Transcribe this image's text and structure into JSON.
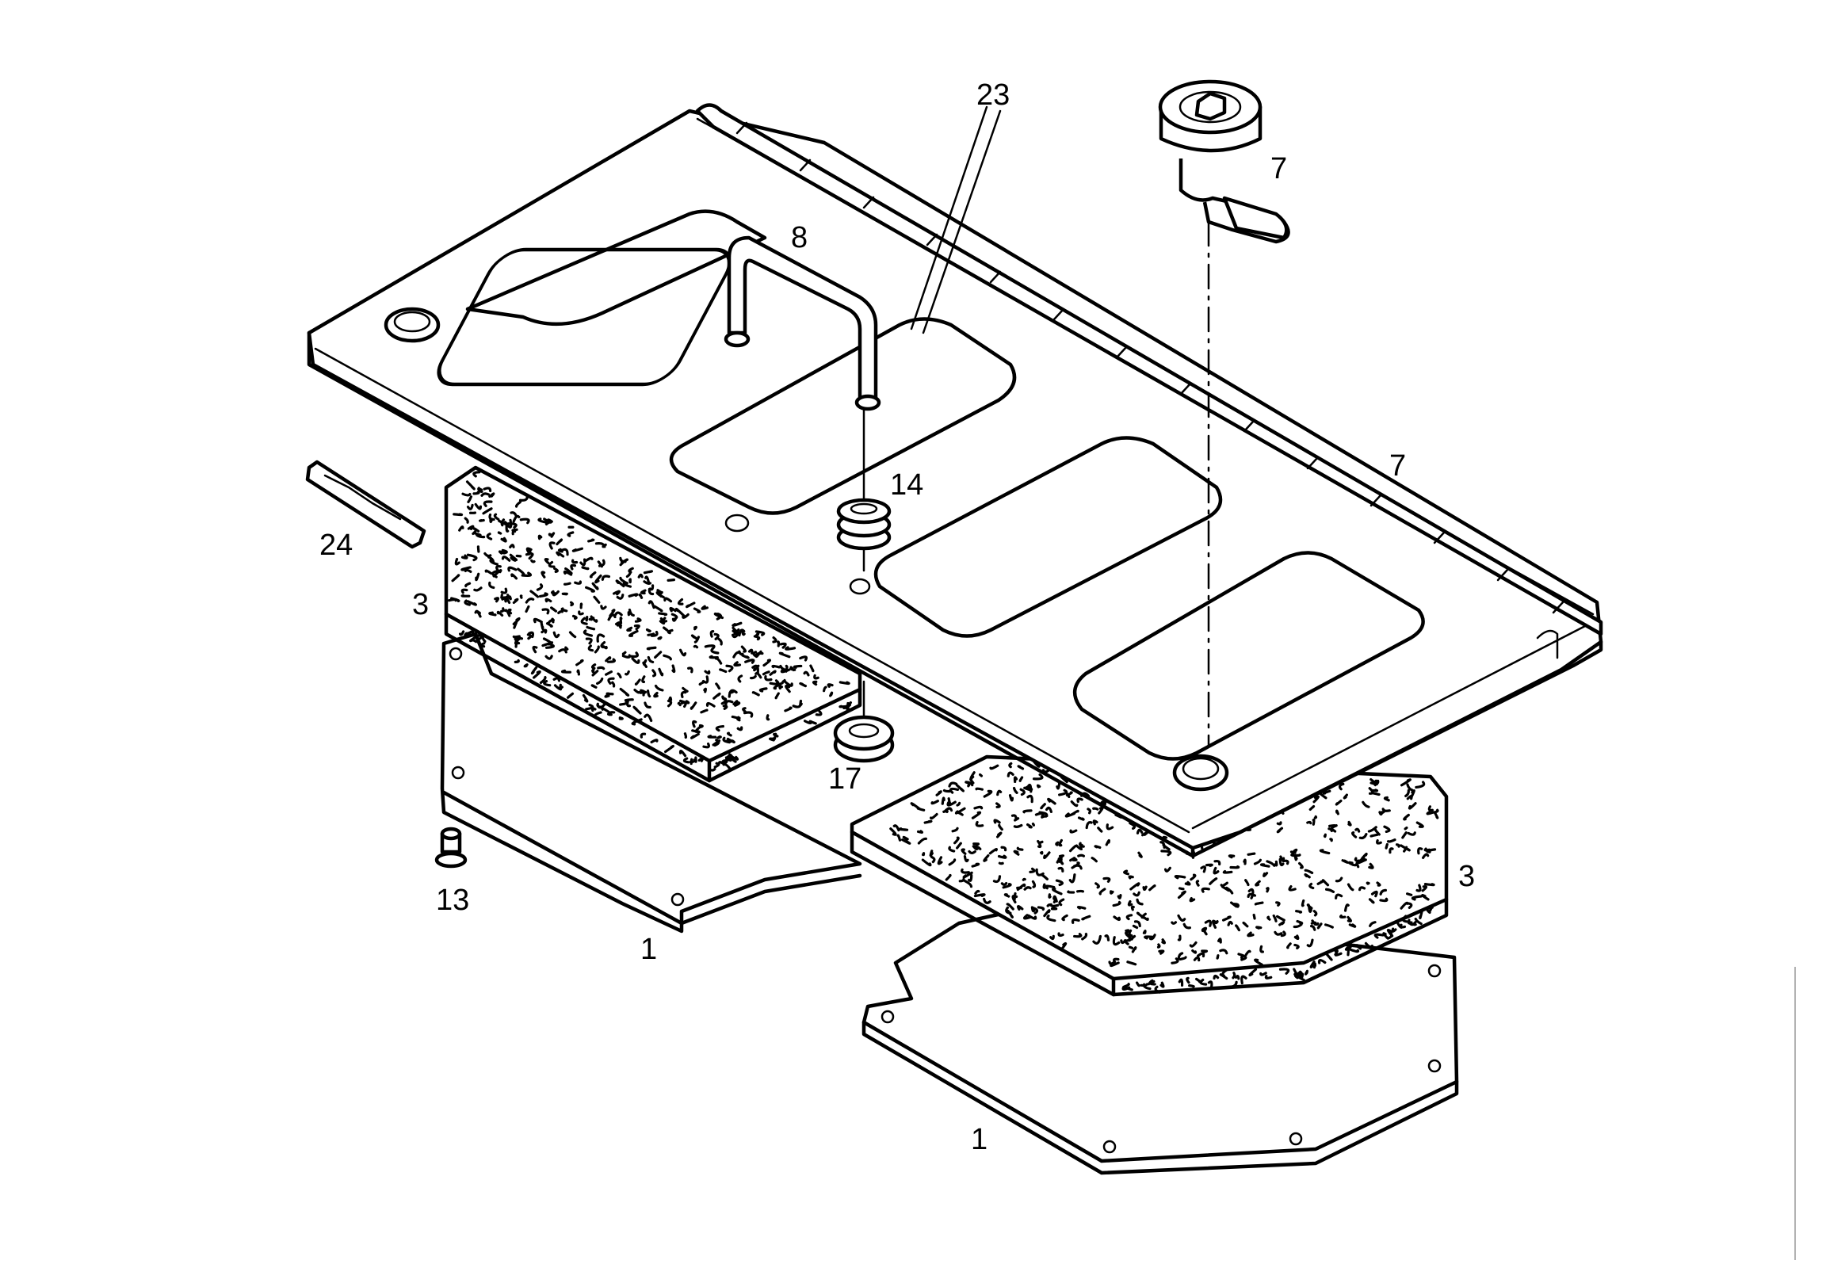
{
  "diagram": {
    "kind": "exploded parts assembly",
    "callouts": {
      "c23": "23",
      "c7_knob": "7",
      "c8": "8",
      "c7_hinge": "7",
      "c14": "14",
      "c24": "24",
      "c3_left": "3",
      "c17": "17",
      "c3_right": "3",
      "c13": "13",
      "c1_left": "1",
      "c1_right": "1"
    },
    "parts": [
      {
        "id": "cover-panel",
        "callouts": [
          "23"
        ]
      },
      {
        "id": "hinge",
        "callouts": [
          "7"
        ]
      },
      {
        "id": "quarter-turn-latch",
        "callouts": [
          "7"
        ]
      },
      {
        "id": "handle",
        "callouts": [
          "8"
        ]
      },
      {
        "id": "grommet",
        "callouts": [
          "14"
        ]
      },
      {
        "id": "spacer-strip",
        "callouts": [
          "24"
        ]
      },
      {
        "id": "foam-pad-left",
        "callouts": [
          "3"
        ]
      },
      {
        "id": "foam-pad-right",
        "callouts": [
          "3"
        ]
      },
      {
        "id": "washer",
        "callouts": [
          "17"
        ]
      },
      {
        "id": "rivet",
        "callouts": [
          "13"
        ]
      },
      {
        "id": "base-plate-left",
        "callouts": [
          "1"
        ]
      },
      {
        "id": "base-plate-right",
        "callouts": [
          "1"
        ]
      }
    ]
  }
}
